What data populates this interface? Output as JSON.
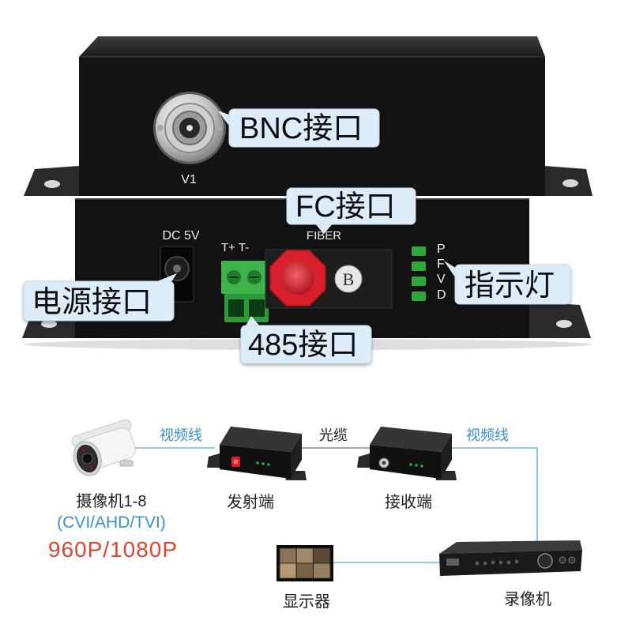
{
  "callouts": {
    "bnc_port": "BNC接口",
    "fc_port": "FC接口",
    "power_port": "电源接口",
    "indicator_lights": "指示灯",
    "rs485_port": "485接口"
  },
  "device_labels": {
    "video_channel": "V1",
    "power_input": "DC 5V",
    "terminal_polarity": "T+ T-",
    "fiber": "FIBER",
    "fiber_badge": "B",
    "indicator_letters": [
      "P",
      "F",
      "V",
      "D"
    ]
  },
  "connection_diagram": {
    "camera": {
      "label": "摄像机1-8",
      "formats": "(CVI/AHD/TVI)",
      "resolution": "960P/1080P"
    },
    "cables": {
      "camera_to_transmitter": "视频线",
      "transmitter_to_receiver": "光缆",
      "receiver_to_recorder": "视频线"
    },
    "transmitter": "发射端",
    "receiver": "接收端",
    "monitor": "显示器",
    "recorder": "录像机"
  },
  "colors": {
    "callout_bg": "#dcecf8",
    "cable_line": "#6bbbd8",
    "accent_blue": "#3a8fd0",
    "resolution_red": "#e2432f",
    "fc_connector": "#d8202c",
    "terminal_green": "#3db34a",
    "led_green": "#2fa83a"
  }
}
